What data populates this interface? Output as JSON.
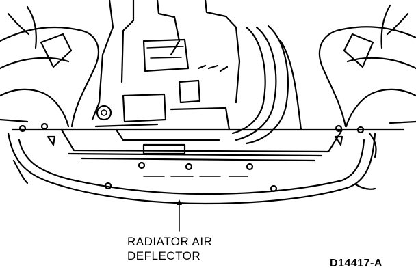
{
  "callout": {
    "line1": "RADIATOR AIR",
    "line2": "DEFLECTOR"
  },
  "figure_id": "D14417-A",
  "colors": {
    "ink": "#000000",
    "background": "#ffffff"
  }
}
